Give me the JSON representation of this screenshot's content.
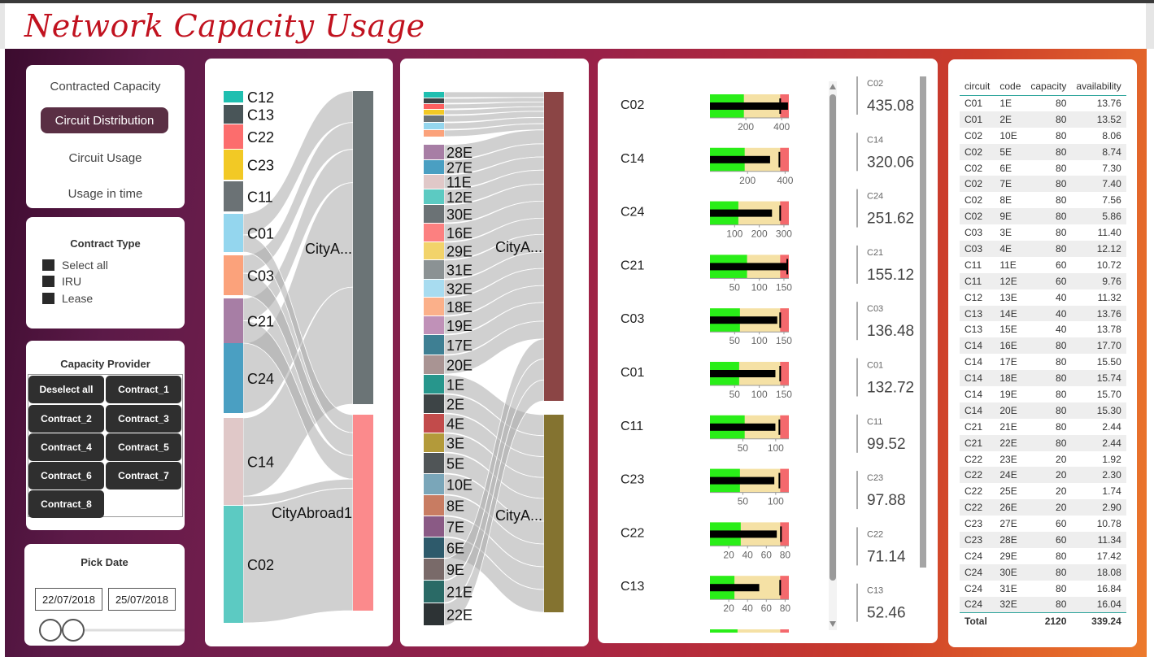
{
  "title": "Network Capacity Usage",
  "nav": {
    "items": [
      "Contracted Capacity",
      "Circuit Distribution",
      "Circuit Usage",
      "Usage in time"
    ],
    "active_index": 1
  },
  "contract_type": {
    "title": "Contract Type",
    "options": [
      "Select all",
      "IRU",
      "Lease"
    ]
  },
  "capacity_provider": {
    "title": "Capacity Provider",
    "buttons": [
      "Deselect all",
      "Contract_1",
      "Contract_2",
      "Contract_3",
      "Contract_4",
      "Contract_5",
      "Contract_6",
      "Contract_7",
      "Contract_8"
    ]
  },
  "pick_date": {
    "title": "Pick Date",
    "start": "22/07/2018",
    "end": "25/07/2018"
  },
  "sankey1": {
    "sources": [
      "C12",
      "C13",
      "C22",
      "C23",
      "C11",
      "C01",
      "C03",
      "C21",
      "C24",
      "C14",
      "C02"
    ],
    "source_colors": [
      "#1fbfb0",
      "#495558",
      "#fc6d6d",
      "#f2c925",
      "#6b7275",
      "#94d6ee",
      "#fba27b",
      "#a77ea5",
      "#4a9fc2",
      "#e0c8c8",
      "#5ccac2"
    ],
    "targets": [
      "CityA...",
      "CityAbroad1"
    ],
    "target_colors": [
      "#6b7476",
      "#fb8a8c"
    ]
  },
  "sankey2": {
    "codes": [
      "28E",
      "27E",
      "11E",
      "12E",
      "30E",
      "16E",
      "29E",
      "31E",
      "32E",
      "18E",
      "19E",
      "17E",
      "20E",
      "1E",
      "2E",
      "4E",
      "3E",
      "5E",
      "10E",
      "8E",
      "7E",
      "6E",
      "9E",
      "21E",
      "22E"
    ],
    "code_colors": [
      "#a77ea5",
      "#4a9fc2",
      "#e0c8c8",
      "#5ccac2",
      "#6b7275",
      "#fc8080",
      "#f2d36a",
      "#8b9294",
      "#a8dcf0",
      "#fbb08a",
      "#c091b8",
      "#3e7f93",
      "#a99493",
      "#27968c",
      "#3d4446",
      "#c24b4b",
      "#b39a3a",
      "#505557",
      "#7aa6b9",
      "#c87c62",
      "#8a5a85",
      "#2e5a6b",
      "#796a69",
      "#2a6a66",
      "#2d3335"
    ],
    "top_colors": [
      "#1fbfb0",
      "#3d4446",
      "#fc5f5f",
      "#f2c925",
      "#6b7275",
      "#94d6ee",
      "#fba27b"
    ],
    "targets": [
      "CityA...",
      "CityA..."
    ],
    "target_colors": [
      "#8b4545",
      "#847330"
    ]
  },
  "bullets": [
    {
      "circuit": "C02",
      "ticks": [
        200,
        400
      ],
      "max": 440
    },
    {
      "circuit": "C14",
      "ticks": [
        200,
        400
      ],
      "max": 420
    },
    {
      "circuit": "C24",
      "ticks": [
        100,
        200,
        300
      ],
      "max": 320
    },
    {
      "circuit": "C21",
      "ticks": [
        50,
        100,
        150
      ],
      "max": 160
    },
    {
      "circuit": "C03",
      "ticks": [
        50,
        100,
        150
      ],
      "max": 160
    },
    {
      "circuit": "C01",
      "ticks": [
        50,
        100,
        150
      ],
      "max": 160
    },
    {
      "circuit": "C11",
      "ticks": [
        50,
        100
      ],
      "max": 120
    },
    {
      "circuit": "C23",
      "ticks": [
        50,
        100
      ],
      "max": 120
    },
    {
      "circuit": "C22",
      "ticks": [
        20,
        40,
        60,
        80
      ],
      "max": 84
    },
    {
      "circuit": "C13",
      "ticks": [
        20,
        40,
        60,
        80
      ],
      "max": 84
    }
  ],
  "cards": [
    {
      "label": "C02",
      "value": "435.08"
    },
    {
      "label": "C14",
      "value": "320.06"
    },
    {
      "label": "C24",
      "value": "251.62"
    },
    {
      "label": "C21",
      "value": "155.12"
    },
    {
      "label": "C03",
      "value": "136.48"
    },
    {
      "label": "C01",
      "value": "132.72"
    },
    {
      "label": "C11",
      "value": "99.52"
    },
    {
      "label": "C23",
      "value": "97.88"
    },
    {
      "label": "C22",
      "value": "71.14"
    },
    {
      "label": "C13",
      "value": "52.46"
    }
  ],
  "table": {
    "headers": [
      "circuit",
      "code",
      "capacity",
      "availability"
    ],
    "rows": [
      [
        "C01",
        "1E",
        "80",
        "13.76"
      ],
      [
        "C01",
        "2E",
        "80",
        "13.52"
      ],
      [
        "C02",
        "10E",
        "80",
        "8.06"
      ],
      [
        "C02",
        "5E",
        "80",
        "8.74"
      ],
      [
        "C02",
        "6E",
        "80",
        "7.30"
      ],
      [
        "C02",
        "7E",
        "80",
        "7.40"
      ],
      [
        "C02",
        "8E",
        "80",
        "7.56"
      ],
      [
        "C02",
        "9E",
        "80",
        "5.86"
      ],
      [
        "C03",
        "3E",
        "80",
        "11.40"
      ],
      [
        "C03",
        "4E",
        "80",
        "12.12"
      ],
      [
        "C11",
        "11E",
        "60",
        "10.72"
      ],
      [
        "C11",
        "12E",
        "60",
        "9.76"
      ],
      [
        "C12",
        "13E",
        "40",
        "11.32"
      ],
      [
        "C13",
        "14E",
        "40",
        "13.76"
      ],
      [
        "C13",
        "15E",
        "40",
        "13.78"
      ],
      [
        "C14",
        "16E",
        "80",
        "17.70"
      ],
      [
        "C14",
        "17E",
        "80",
        "15.50"
      ],
      [
        "C14",
        "18E",
        "80",
        "15.74"
      ],
      [
        "C14",
        "19E",
        "80",
        "15.70"
      ],
      [
        "C14",
        "20E",
        "80",
        "15.30"
      ],
      [
        "C21",
        "21E",
        "80",
        "2.44"
      ],
      [
        "C21",
        "22E",
        "80",
        "2.44"
      ],
      [
        "C22",
        "23E",
        "20",
        "1.92"
      ],
      [
        "C22",
        "24E",
        "20",
        "2.30"
      ],
      [
        "C22",
        "25E",
        "20",
        "1.74"
      ],
      [
        "C22",
        "26E",
        "20",
        "2.90"
      ],
      [
        "C23",
        "27E",
        "60",
        "10.78"
      ],
      [
        "C23",
        "28E",
        "60",
        "11.34"
      ],
      [
        "C24",
        "29E",
        "80",
        "17.42"
      ],
      [
        "C24",
        "30E",
        "80",
        "18.08"
      ],
      [
        "C24",
        "31E",
        "80",
        "16.84"
      ],
      [
        "C24",
        "32E",
        "80",
        "16.04"
      ]
    ],
    "total": [
      "Total",
      "",
      "2120",
      "339.24"
    ]
  }
}
